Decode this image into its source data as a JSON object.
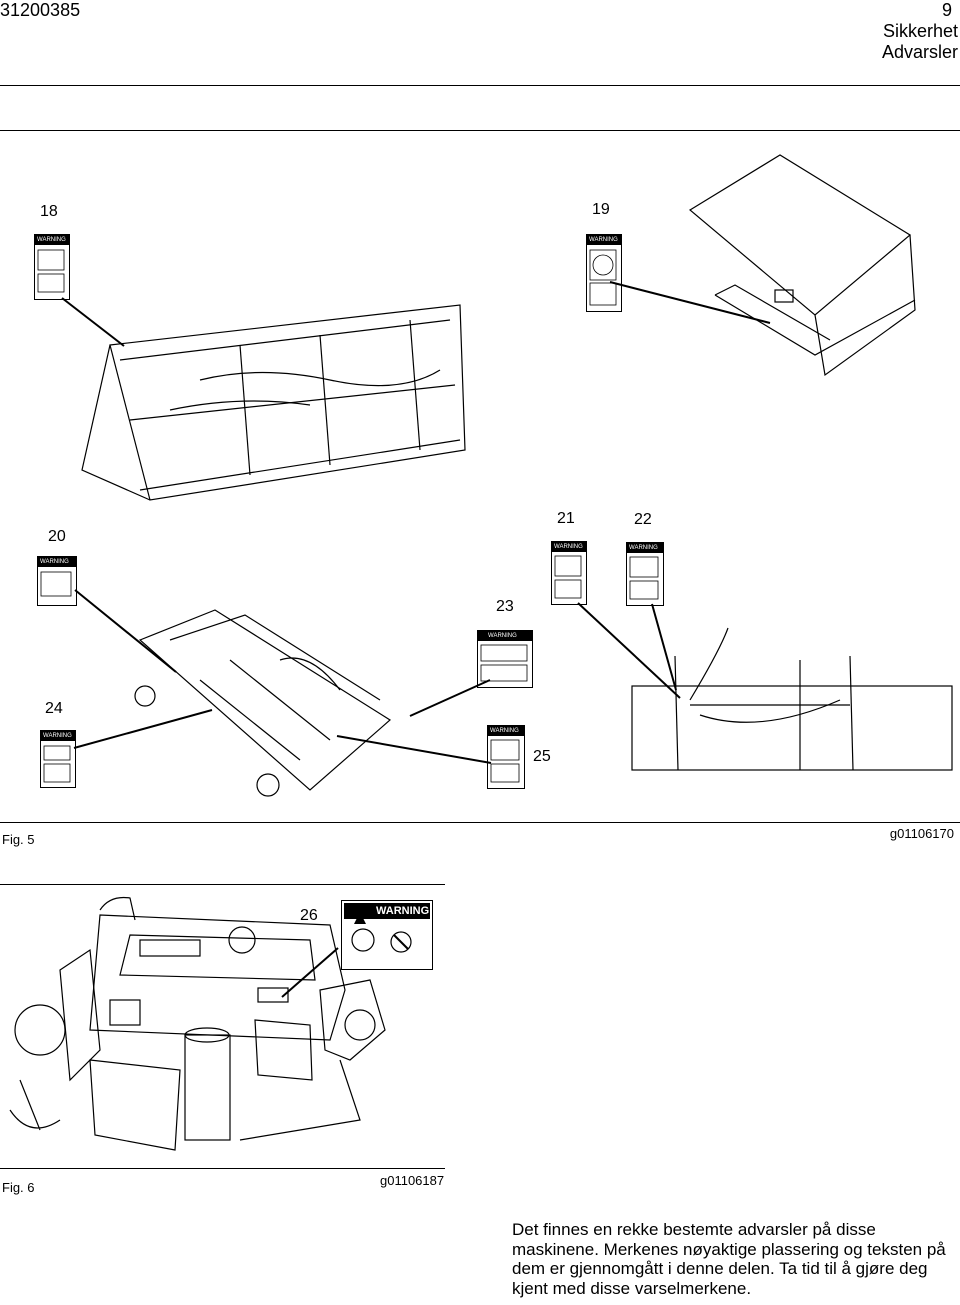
{
  "header": {
    "doc_number": "31200385",
    "page_number": "9",
    "section": "Sikkerhet",
    "subsection": "Advarsler"
  },
  "figure5": {
    "caption": "Fig. 5",
    "image_id": "g01106170",
    "callouts": [
      "18",
      "19",
      "20",
      "21",
      "22",
      "23",
      "24",
      "25"
    ],
    "decal_word": "WARNING"
  },
  "figure6": {
    "caption": "Fig. 6",
    "image_id": "g01106187",
    "callout": "26",
    "decal_word": "WARNING"
  },
  "body_text": "Det finnes en rekke bestemte advarsler på disse maskinene. Merkenes nøyaktige plassering og teksten på dem er gjennomgått i denne delen. Ta tid til å gjøre deg kjent med disse varselmerkene."
}
